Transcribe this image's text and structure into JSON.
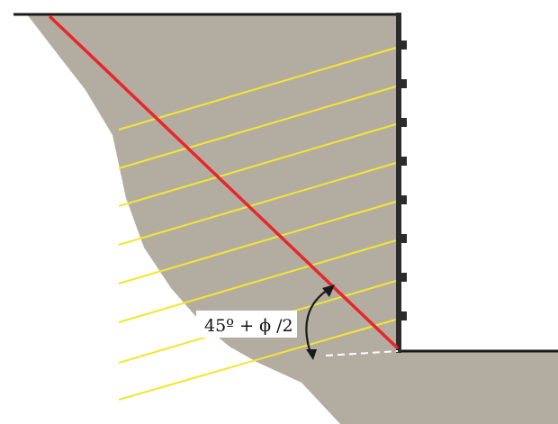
{
  "diagram": {
    "angle_label": "45º + ϕ /2",
    "colors": {
      "soil": "#b3ada1",
      "failure_plane": "#e8262b",
      "soil_nails": "#f4e62e",
      "wall": "#2b2b2b",
      "label_background": "#ffffff",
      "dashed_line": "#ffffff",
      "outline": "#1a1a1a"
    },
    "parts": [
      "soil-mass",
      "retaining-wall-face",
      "wall-facing-blocks",
      "soil-nails",
      "failure-plane",
      "angle-arc",
      "angle-label"
    ]
  }
}
